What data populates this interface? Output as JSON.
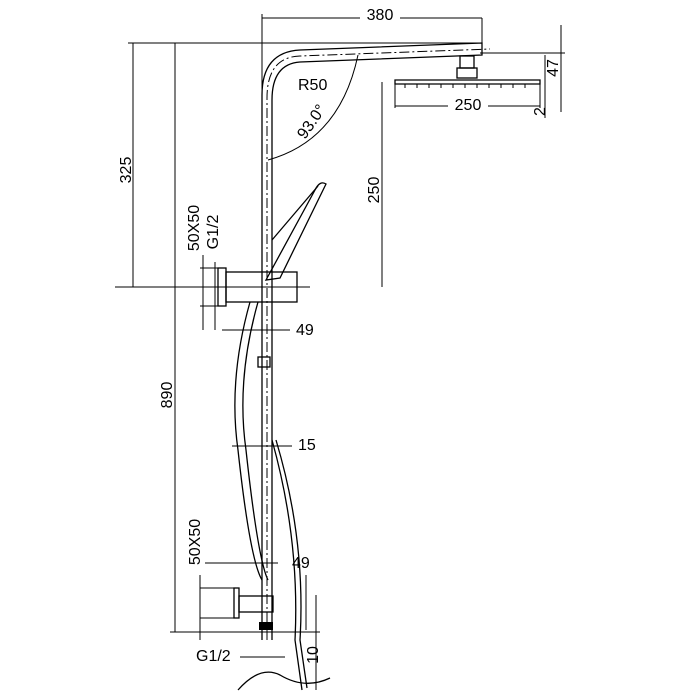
{
  "drawing": {
    "top_width": "380",
    "bend_radius": "R50",
    "arm_angle": "93.0°",
    "head_height": "47",
    "head_diameter": "250",
    "head_thickness": "2",
    "upper_height": "325",
    "head_to_holder": "250",
    "upper_bracket_size": "50X50",
    "upper_thread": "G1/2",
    "upper_offset": "49",
    "total_height": "890",
    "hose_gap": "15",
    "lower_bracket_size": "50X50",
    "lower_offset": "49",
    "lower_thread": "G1/2",
    "outlet_offset": "10"
  }
}
